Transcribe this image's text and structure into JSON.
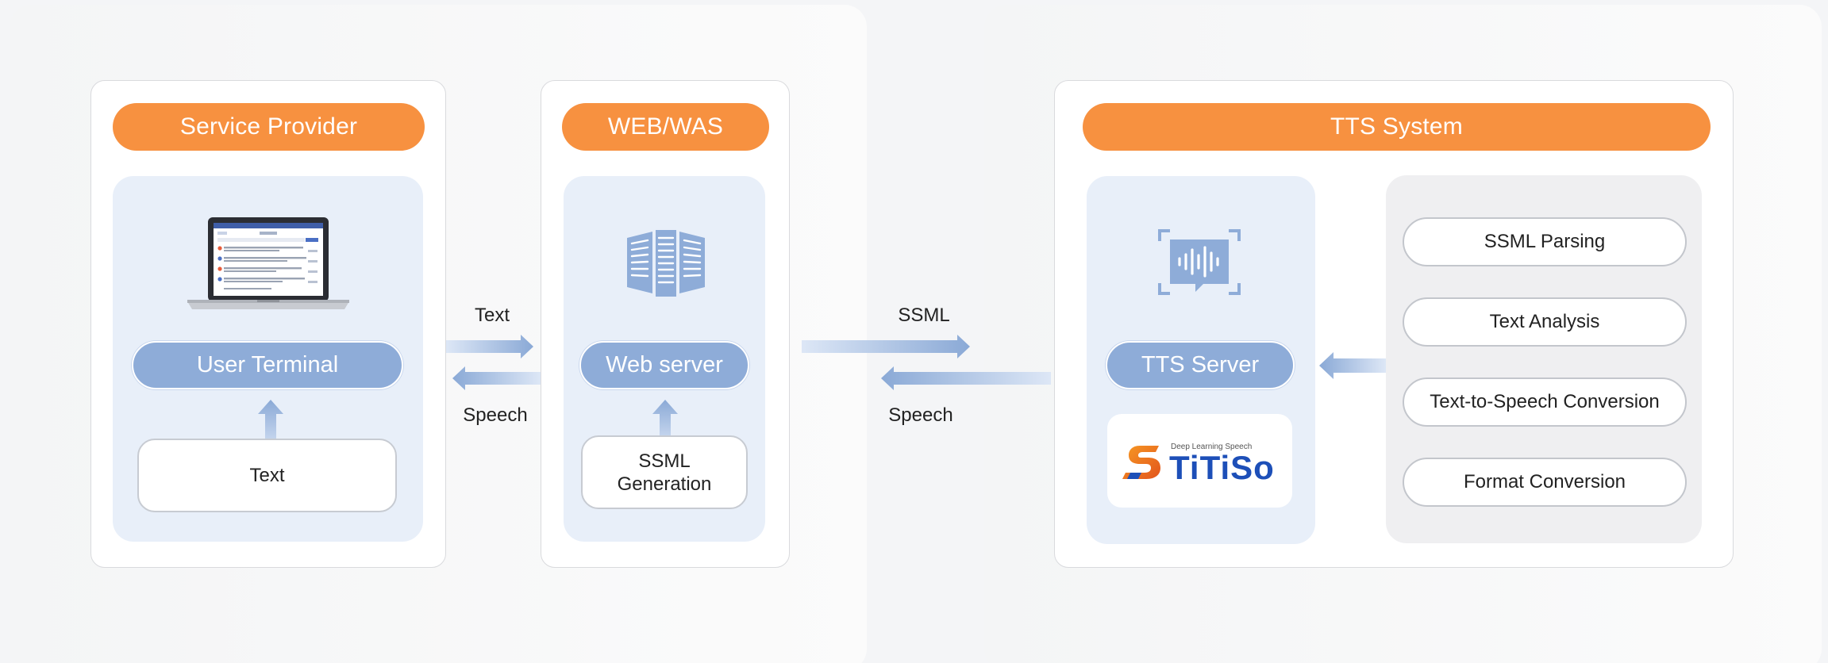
{
  "provider": {
    "header": "Service Provider",
    "terminal_label": "User Terminal",
    "input_label": "Text"
  },
  "web": {
    "header": "WEB/WAS",
    "server_label": "Web server",
    "input_label": "SSML\nGeneration"
  },
  "tts": {
    "header": "TTS System",
    "server_label": "TTS Server",
    "logo": {
      "tagline": "Deep Learning Speech",
      "wordmark": "TiTiSo"
    },
    "functions": [
      "SSML Parsing",
      "Text Analysis",
      "Text-to-Speech Conversion",
      "Format Conversion"
    ]
  },
  "flows": {
    "left": {
      "forward": "Text",
      "back": "Speech"
    },
    "right": {
      "forward": "SSML",
      "back": "Speech"
    }
  },
  "colors": {
    "orange_header": "#f79140",
    "blue_pill": "#8eacd8",
    "arrow_blue": "#8eacd8",
    "logo_blue": "#1d4fb8",
    "logo_orange": "#f58220"
  },
  "icons": [
    "laptop-icon",
    "server-rack-icon",
    "voice-waveform-icon",
    "arrow-up-icon",
    "arrow-right-icon",
    "arrow-left-icon"
  ]
}
